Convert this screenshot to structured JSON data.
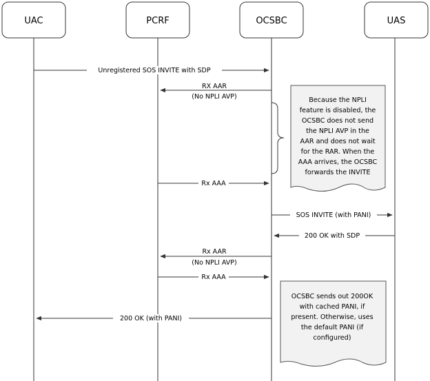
{
  "entities": {
    "uac": "UAC",
    "pcrf": "PCRF",
    "ocsbc": "OCSBC",
    "uas": "UAS"
  },
  "messages": {
    "m1": "Unregistered SOS INVITE with SDP",
    "m2_line1": "RX AAR",
    "m2_line2": "(No NPLI AVP)",
    "m3": "Rx AAA",
    "m4": "SOS INVITE (with PANI)",
    "m5": "200 OK with SDP",
    "m6_line1": "Rx AAR",
    "m6_line2": "(No NPLI AVP)",
    "m7": "Rx AAA",
    "m8": "200 OK (with PANI)"
  },
  "notes": {
    "note1": [
      "Because the NPLI",
      "feature is disabled, the",
      "OCSBC does not send",
      "the NPLI AVP in the",
      "AAR and does not wait",
      "for the RAR. When the",
      "AAA arrives, the OCSBC",
      "forwards the INVITE"
    ],
    "note2": [
      "OCSBC sends out 200OK",
      "with cached PANI, if",
      "present. Otherwise, uses",
      "the default PANI (if",
      "configured)"
    ]
  }
}
